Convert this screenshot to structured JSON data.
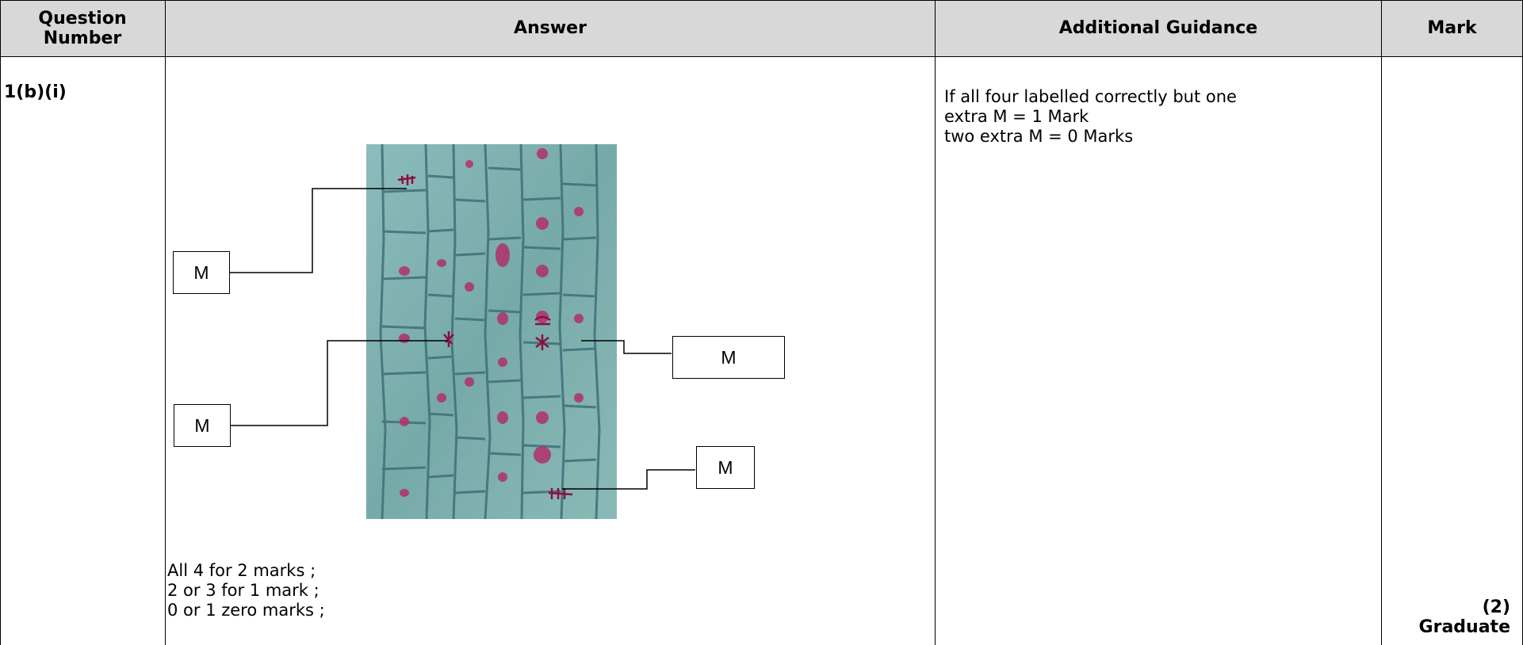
{
  "header": {
    "question_number": "Question Number",
    "answer": "Answer",
    "additional_guidance": "Additional Guidance",
    "mark": "Mark"
  },
  "row": {
    "question_id": "1(b)(i)",
    "diagram": {
      "image_description": "micrograph-of-root-tip-cells",
      "label_boxes": [
        "M",
        "M",
        "M",
        "M"
      ]
    },
    "answer_lines": [
      "All 4 for 2 marks ;",
      "2 or 3 for 1 mark ;",
      "0 or 1 zero marks ;"
    ],
    "guidance_lines": [
      "If all four labelled correctly but one",
      "extra M = 1 Mark",
      "two extra M = 0 Marks"
    ],
    "mark": "(2)",
    "mark_category": "Graduate"
  },
  "colors": {
    "header_bg": "#d8d8d8",
    "border": "#000000",
    "stain_pink": "#b0306a",
    "tissue_teal": "#7eb0b0"
  }
}
